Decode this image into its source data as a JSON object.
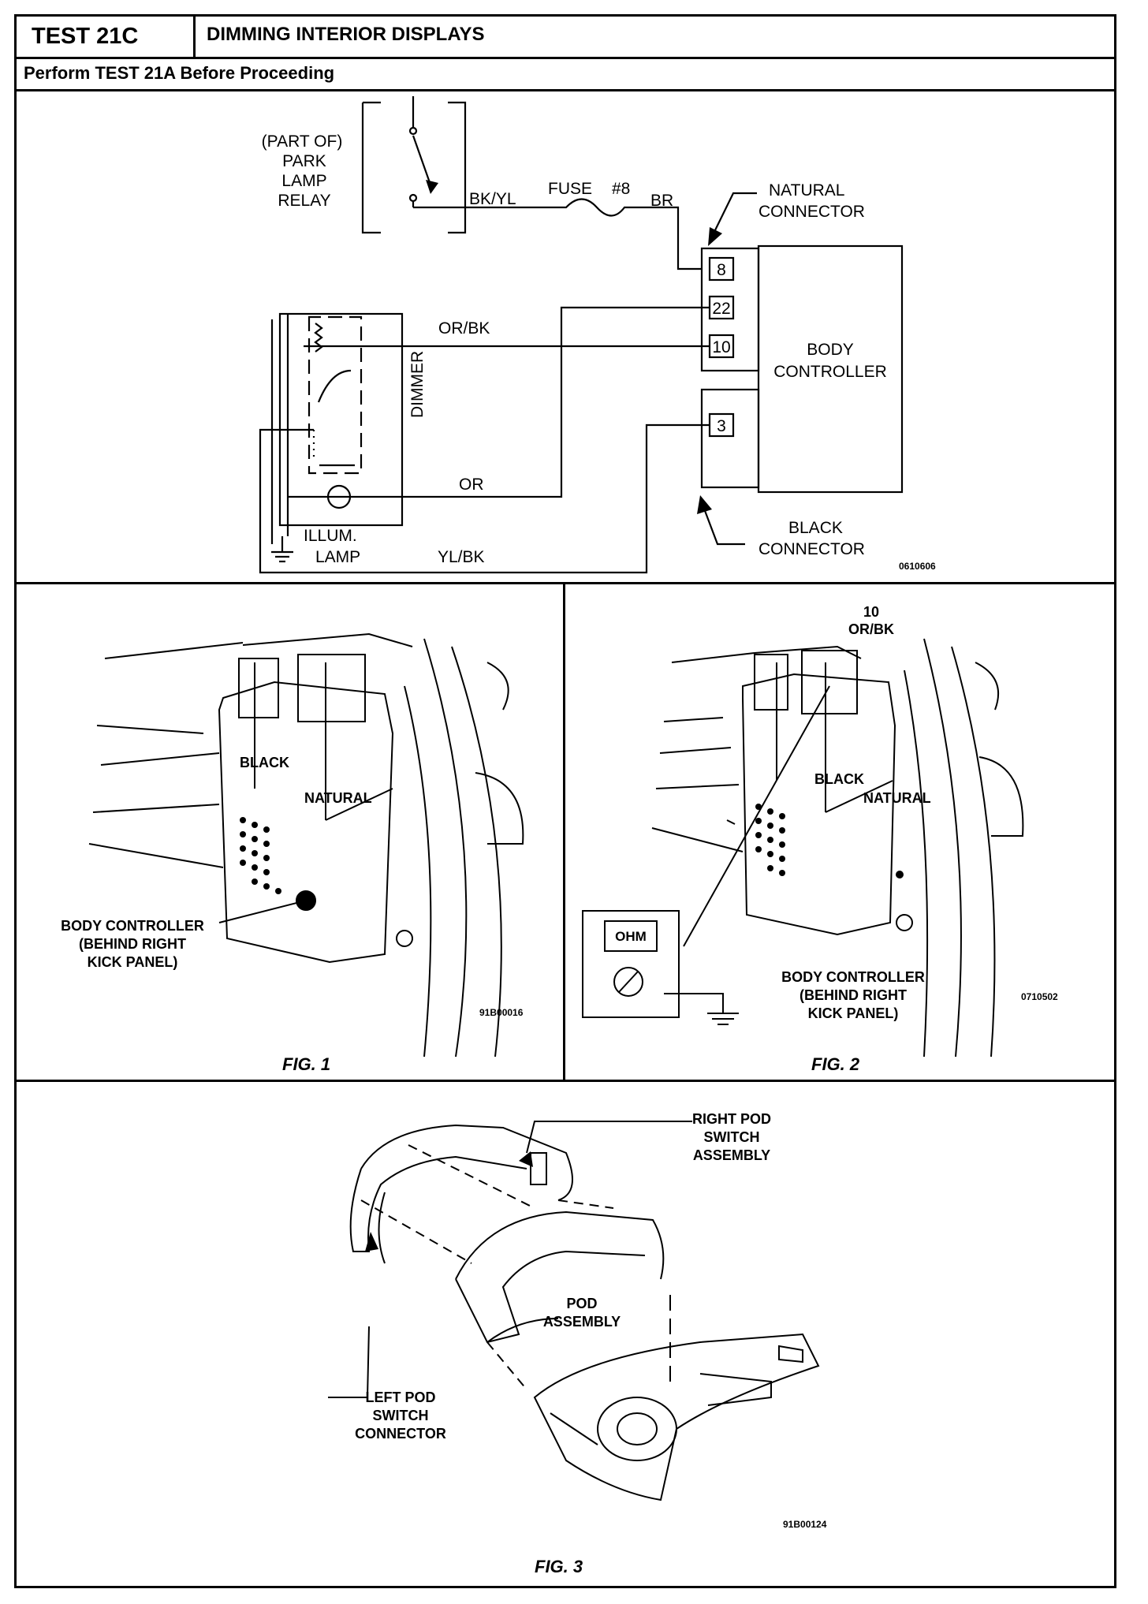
{
  "header": {
    "test_id": "TEST 21C",
    "title": "DIMMING INTERIOR DISPLAYS",
    "subtitle": "Perform TEST 21A Before Proceeding"
  },
  "schematic": {
    "relay_label": [
      "(PART OF)",
      "PARK",
      "LAMP",
      "RELAY"
    ],
    "wire_bk_yl": "BK/YL",
    "fuse_label": "FUSE",
    "fuse_number": "#8",
    "wire_br": "BR",
    "natural_connector": [
      "NATURAL",
      "CONNECTOR"
    ],
    "pins_natural": [
      "8",
      "22",
      "10"
    ],
    "body_controller": [
      "BODY",
      "CONTROLLER"
    ],
    "pin_black": "3",
    "wire_or_bk": "OR/BK",
    "dimmer_label": "DIMMER",
    "wire_or": "OR",
    "illum_lamp": [
      "ILLUM.",
      "LAMP"
    ],
    "wire_yl_bk": "YL/BK",
    "black_connector": [
      "BLACK",
      "CONNECTOR"
    ],
    "code": "0610606"
  },
  "fig1": {
    "black": "BLACK",
    "natural": "NATURAL",
    "body_controller": [
      "BODY CONTROLLER",
      "(BEHIND RIGHT",
      "KICK PANEL)"
    ],
    "code": "91B00016",
    "caption": "FIG. 1"
  },
  "fig2": {
    "pin_num": "10",
    "pin_wire": "OR/BK",
    "black": "BLACK",
    "natural": "NATURAL",
    "meter": "OHM",
    "body_controller": [
      "BODY CONTROLLER",
      "(BEHIND RIGHT",
      "KICK PANEL)"
    ],
    "code": "0710502",
    "caption": "FIG. 2"
  },
  "fig3": {
    "right_pod": [
      "RIGHT POD",
      "SWITCH",
      "ASSEMBLY"
    ],
    "pod_assembly": [
      "POD",
      "ASSEMBLY"
    ],
    "left_pod": [
      "LEFT POD",
      "SWITCH",
      "CONNECTOR"
    ],
    "code": "91B00124",
    "caption": "FIG. 3"
  }
}
